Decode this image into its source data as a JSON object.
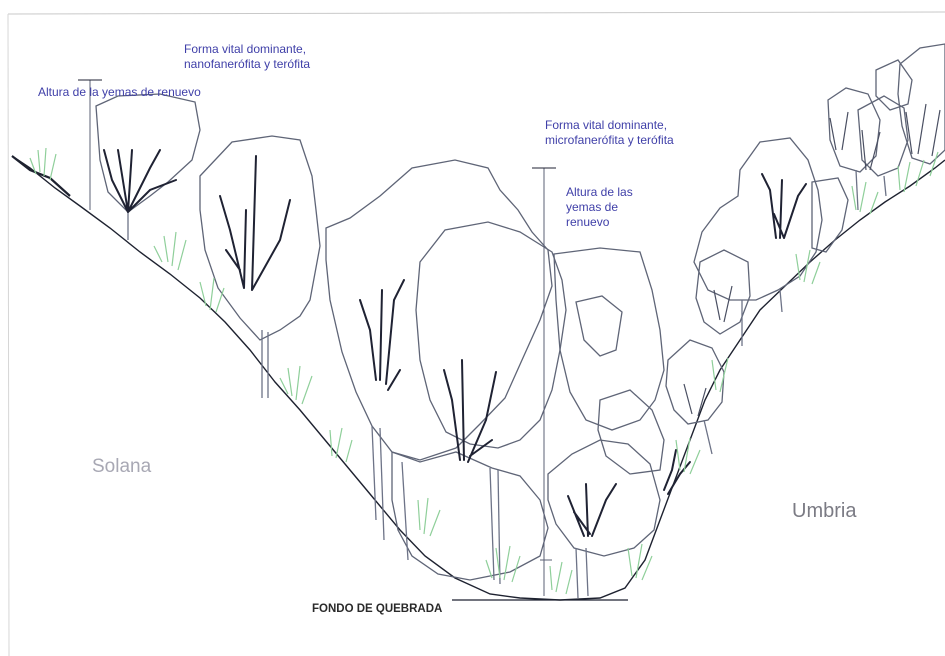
{
  "labels": {
    "left_life_form": [
      "Forma vital dominante,",
      "nanofanerófita y terófita"
    ],
    "left_bud_height": "Altura de la yemas de renuevo",
    "right_life_form": [
      "Forma vital dominante,",
      "microfanerófita y terófita"
    ],
    "right_bud_height": [
      "Altura de las",
      "yemas de",
      "renuevo"
    ],
    "solana": "Solana",
    "umbria": "Umbria",
    "valley_floor": "FONDO DE QUEBRADA"
  },
  "colors": {
    "ground": "#1e2230",
    "tree_outline": "#5f6577",
    "trunk": "#6d7387",
    "branch_dark": "#1f2233",
    "herb_green": "#8fcf9a",
    "label_blue": "#3f3fa8"
  }
}
